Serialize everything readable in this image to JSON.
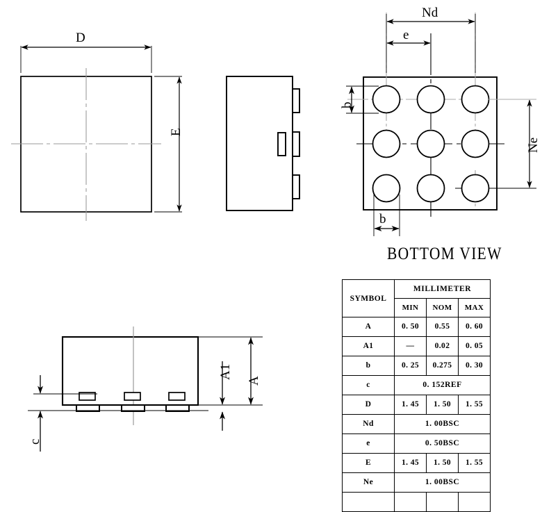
{
  "drawing": {
    "title_bottom_view": "BOTTOM VIEW",
    "views": {
      "top_view": {
        "name": "top-view",
        "dim_width_label": "D",
        "dim_height_label": "E"
      },
      "side_view": {
        "name": "side-view"
      },
      "bottom_view": {
        "name": "bottom-view",
        "dim_pitch_span_label": "Nd",
        "dim_pitch_label": "e",
        "dim_ball_vertical_label": "b",
        "dim_ball_horizontal_label": "b",
        "dim_height_span_label": "Ne",
        "ball_rows": 3,
        "ball_cols": 3
      },
      "cross_section": {
        "name": "cross-section-view",
        "dim_total_height_label": "A",
        "dim_standoff_label": "A1",
        "dim_ball_thickness_label": "c",
        "pad_count": 3
      }
    }
  },
  "table": {
    "header": {
      "symbol": "SYMBOL",
      "units": "MILLIMETER",
      "min": "MIN",
      "nom": "NOM",
      "max": "MAX"
    },
    "rows": [
      {
        "symbol": "A",
        "span": false,
        "min": "0. 50",
        "nom": "0.55",
        "max": "0. 60"
      },
      {
        "symbol": "A1",
        "span": false,
        "min": "—",
        "nom": "0.02",
        "max": "0. 05"
      },
      {
        "symbol": "b",
        "span": false,
        "min": "0. 25",
        "nom": "0.275",
        "max": "0. 30"
      },
      {
        "symbol": "c",
        "span": true,
        "value": "0. 152REF"
      },
      {
        "symbol": "D",
        "span": false,
        "min": "1. 45",
        "nom": "1. 50",
        "max": "1. 55"
      },
      {
        "symbol": "Nd",
        "span": true,
        "value": "1. 00BSC"
      },
      {
        "symbol": "e",
        "span": true,
        "value": "0. 50BSC"
      },
      {
        "symbol": "E",
        "span": false,
        "min": "1. 45",
        "nom": "1. 50",
        "max": "1. 55"
      },
      {
        "symbol": "Ne",
        "span": true,
        "value": "1. 00BSC"
      },
      {
        "symbol": "",
        "span": false,
        "min": "",
        "nom": "",
        "max": ""
      }
    ]
  },
  "colors": {
    "line": "#000000",
    "centerline": "#8c8c8c",
    "background": "#ffffff"
  }
}
